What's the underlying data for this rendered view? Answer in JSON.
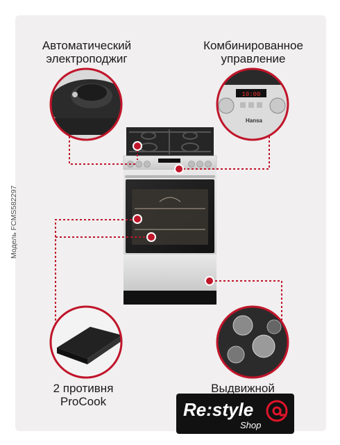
{
  "features": {
    "top_left": {
      "line1": "Автоматический",
      "line2": "электроподжиг"
    },
    "top_right": {
      "line1": "Комбинированное",
      "line2": "управление"
    },
    "bottom_left": {
      "line1": "2 противня",
      "line2": "ProCook"
    },
    "bottom_right": {
      "line1": "Выдвижной"
    }
  },
  "model_label": "Модель FCMS582297",
  "stove": {
    "brand": "Hansa",
    "display": "10:00"
  },
  "logo": {
    "main": "Re:style",
    "sub": "Shop",
    "at": "@"
  },
  "colors": {
    "accent": "#c0152a",
    "background": "#f1efef"
  }
}
